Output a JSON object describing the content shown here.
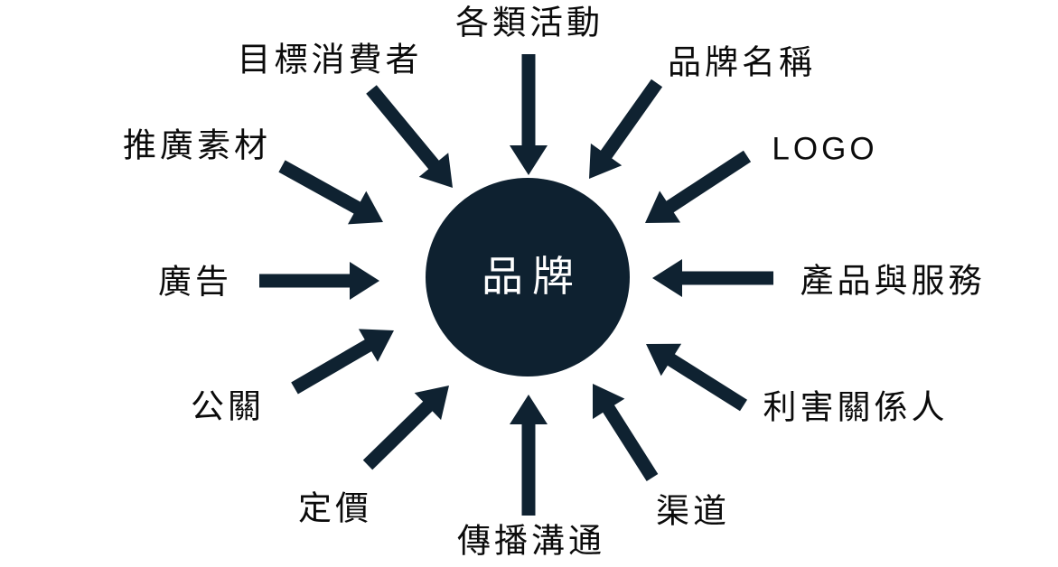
{
  "diagram": {
    "center": {
      "label": "品牌"
    },
    "spokes": [
      {
        "id": "various-activities",
        "label": "各類活動"
      },
      {
        "id": "brand-name",
        "label": "品牌名稱"
      },
      {
        "id": "logo",
        "label": "LOGO"
      },
      {
        "id": "products-and-services",
        "label": "產品與服務"
      },
      {
        "id": "stakeholders",
        "label": "利害關係人"
      },
      {
        "id": "channels",
        "label": "渠道"
      },
      {
        "id": "communication",
        "label": "傳播溝通"
      },
      {
        "id": "pricing",
        "label": "定價"
      },
      {
        "id": "public-relations",
        "label": "公關"
      },
      {
        "id": "advertising",
        "label": "廣告"
      },
      {
        "id": "promotional-materials",
        "label": "推廣素材"
      },
      {
        "id": "target-consumers",
        "label": "目標消費者"
      }
    ],
    "colors": {
      "arrow": "#0f2231",
      "circle": "#0e2130",
      "label_text": "#0b0b0b",
      "center_text": "#ffffff",
      "background": "#ffffff"
    }
  }
}
